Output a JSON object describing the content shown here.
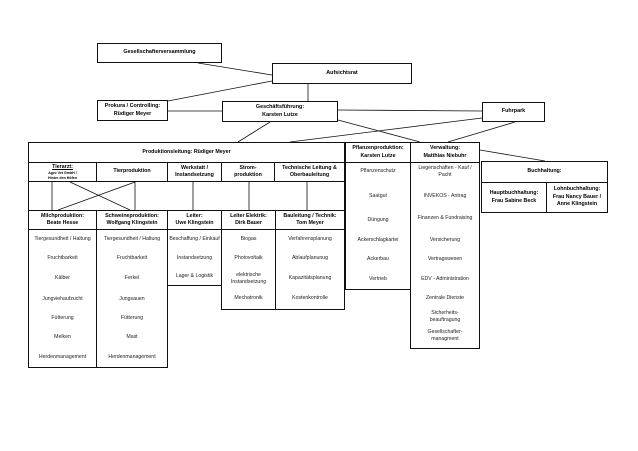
{
  "top": {
    "gesellschafter": "Gesellschafterversammlung",
    "aufsichtsrat": "Aufsichtsrat",
    "prokura": [
      "Prokura / Controlling:",
      "Rüdiger Meyer"
    ],
    "geschaeftsfuehrung": [
      "Geschäftsführung:",
      "Karsten Lutze"
    ],
    "fuhrpark": "Fuhrpark"
  },
  "produktion": {
    "title": "Produktionsleitung: Rüdiger Meyer",
    "tierarzt": {
      "title": "Tierarzt:",
      "line1": "Agro Vet GmbH /",
      "line2": "Hinter den Höfen"
    },
    "tierproduktion": "Tierproduktion",
    "werkstatt": [
      "Werkstatt /",
      "Instandsetzung"
    ],
    "strom": [
      "Strom-",
      "produktion"
    ],
    "technische": [
      "Technische Leitung &",
      "Oberbauleitung"
    ]
  },
  "units": [
    {
      "head": [
        "Milchproduktion:",
        "Beate Hesse"
      ],
      "items": [
        "Tiergesundheit / Haltung",
        "Fruchtbarkeit",
        "Kälber",
        "Jungviehaufzucht",
        "Fütterung",
        "Melken",
        "Herdenmanagement"
      ]
    },
    {
      "head": [
        "Schweineproduktion:",
        "Wolfgang Klingstein"
      ],
      "items": [
        "Tiergesundheit / Haltung",
        "Fruchtbarkeit",
        "Ferkel",
        "Jungsauen",
        "Fütterung",
        "Mast",
        "Herdenmanagement"
      ]
    },
    {
      "head": [
        "Leiter:",
        "Uwe Klingstein"
      ],
      "items": [
        "Beschaffung / Einkauf",
        "Instandsetzung",
        "Lager & Logistik"
      ]
    },
    {
      "head": [
        "Leiter Elektrik:",
        "Dirk Bauer"
      ],
      "items": [
        "Biogas",
        "Photovoltaik",
        "elektrische Instandsetzung",
        "Mechatronik"
      ]
    },
    {
      "head": [
        "Bauleitung / Technik:",
        "Tom Meyer"
      ],
      "items": [
        "Verfahrensplanung",
        "Ablaufplanunug",
        "Kapazitätsplanung",
        "Kostenkontrolle"
      ]
    }
  ],
  "pflanzen": {
    "head": [
      "Pflanzenproduktion:",
      "Karsten Lutze"
    ],
    "items": [
      "Pflanzenschutz",
      "Saatgut",
      "Düngung",
      "Ackerschlagkartei",
      "Ackerbau",
      "Vertrieb"
    ]
  },
  "verwaltung": {
    "head": [
      "Verwaltung:",
      "Matthias Niebuhr"
    ],
    "items": [
      "Liegenschaften - Kauf / Pacht",
      "INVEKOS - Antrag",
      "Finanzen & Fundraising",
      "Versicherung",
      "Vertragswesen",
      "EDV - Administration",
      "Zentrale Dienste",
      "Sicherheits-beauftragung",
      "Gesellschafter-managment"
    ]
  },
  "buchhaltung": {
    "title": "Buchhaltung:",
    "haupt": [
      "Hauptbuchhaltung:",
      "Frau Sabine Beck"
    ],
    "lohn": [
      "Lohnbuchhaltung:",
      "Frau Nancy Bauer /",
      "Anne Klingstein"
    ]
  }
}
